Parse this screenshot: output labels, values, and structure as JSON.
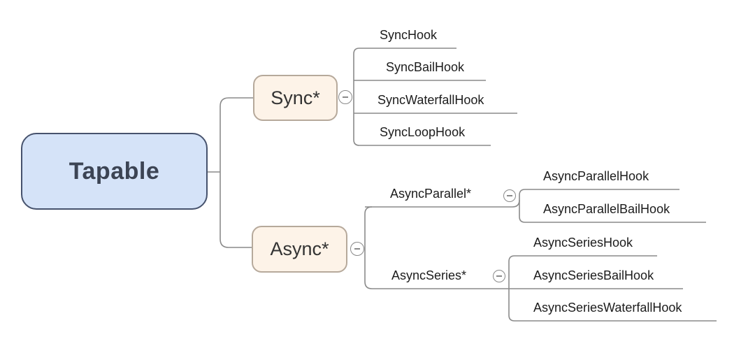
{
  "diagram_type": "mindmap",
  "root": {
    "label": "Tapable"
  },
  "sync": {
    "label": "Sync*",
    "collapse_icon": "minus-circle",
    "children": [
      {
        "label": "SyncHook"
      },
      {
        "label": "SyncBailHook"
      },
      {
        "label": "SyncWaterfallHook"
      },
      {
        "label": "SyncLoopHook"
      }
    ]
  },
  "async": {
    "label": "Async*",
    "collapse_icon": "minus-circle",
    "children": [
      {
        "label": "AsyncParallel*",
        "collapse_icon": "minus-circle",
        "children": [
          {
            "label": "AsyncParallelHook"
          },
          {
            "label": "AsyncParallelBailHook"
          }
        ]
      },
      {
        "label": "AsyncSeries*",
        "collapse_icon": "minus-circle",
        "children": [
          {
            "label": "AsyncSeriesHook"
          },
          {
            "label": "AsyncSeriesBailHook"
          },
          {
            "label": "AsyncSeriesWaterfallHook"
          }
        ]
      }
    ]
  },
  "colors": {
    "root_fill": "#d5e3f8",
    "root_border": "#46526d",
    "root_text": "#3c4454",
    "branch_fill": "#fdf3e8",
    "branch_border": "#b6a99b",
    "connector": "#8a8a8a",
    "label_text": "#1c1c1c",
    "background": "#ffffff"
  }
}
